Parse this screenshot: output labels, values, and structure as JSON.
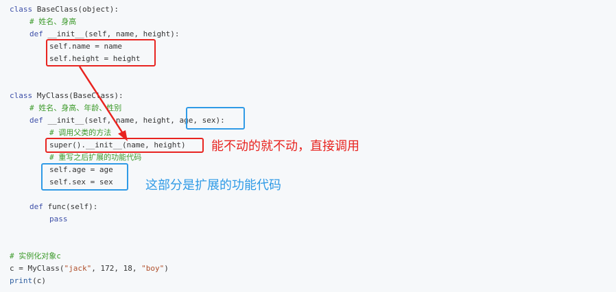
{
  "code": {
    "l1": {
      "kw": "class",
      "rest": " BaseClass(object):"
    },
    "l2": {
      "comment": "# 姓名、身高"
    },
    "l3": {
      "kw": "def",
      "rest": " __init__(self, name, height):"
    },
    "l4": {
      "text": "self.name = name"
    },
    "l5": {
      "text": "self.height = height"
    },
    "l6": {
      "kw": "class",
      "rest": " MyClass(BaseClass):"
    },
    "l7": {
      "comment": "# 姓名、身高、年龄、性别"
    },
    "l8": {
      "kw": "def",
      "rest": " __init__(self, name, height, age, sex):"
    },
    "l9": {
      "comment": "# 调用父类的方法"
    },
    "l10": {
      "text": "super().__init__(name, height)"
    },
    "l11": {
      "comment": "# 重写之后扩展的功能代码"
    },
    "l12": {
      "text": "self.age = age"
    },
    "l13": {
      "text": "self.sex = sex"
    },
    "l14": {
      "kw": "def",
      "rest": " func(self):"
    },
    "l15": {
      "kw": "pass"
    },
    "l16": {
      "comment": "# 实例化对象c"
    },
    "l17": {
      "p1": "c = MyClass(",
      "s1": "\"jack\"",
      "p2": ", 172, 18, ",
      "s2": "\"boy\"",
      "p3": ")"
    },
    "l18": {
      "nb": "print",
      "rest": "(c)"
    }
  },
  "annotations": {
    "red_note": "能不动的就不动，直接调用",
    "blue_note": "这部分是扩展的功能代码"
  },
  "colors": {
    "red": "#e8231f",
    "blue": "#2f9ae6",
    "background": "#f6f8fa"
  }
}
